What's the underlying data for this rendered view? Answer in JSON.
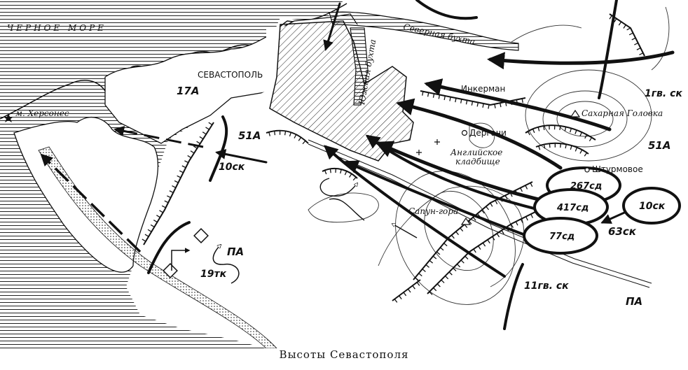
{
  "caption": "Высоты Севастополя",
  "water": {
    "sea": "ЧЕРНОЕ МОРЕ",
    "north_bay": "Северная бухта",
    "south_bay": "Южная бухта"
  },
  "places": {
    "sevastopol": "СЕВАСТОПОЛЬ",
    "khersones": "м. Херсонес",
    "inkerman": "Инкерман",
    "sakharnaya": "Сахарная Головка",
    "dergachi": "Дергачи",
    "english_cemetery_1": "Английское",
    "english_cemetery_2": "кладбище",
    "shturmovoe": "Штурмовое",
    "sapun": "Сапун-гора"
  },
  "units": {
    "a17": "17А",
    "a51_left": "51А",
    "a51_right": "51А",
    "sk10_left": "10ск",
    "gvsk1": "1гв. ск",
    "sd267": "267сд",
    "sd417": "417сд",
    "sd77": "77сд",
    "sk10_right": "10ск",
    "sk63": "63ск",
    "pa_left": "ПА",
    "pa_right": "ПА",
    "tk19": "19тк",
    "gvsk11": "11гв. ск"
  },
  "icons": [
    "star-icon",
    "triangle-icon",
    "circle-icon",
    "arrow-icon"
  ]
}
